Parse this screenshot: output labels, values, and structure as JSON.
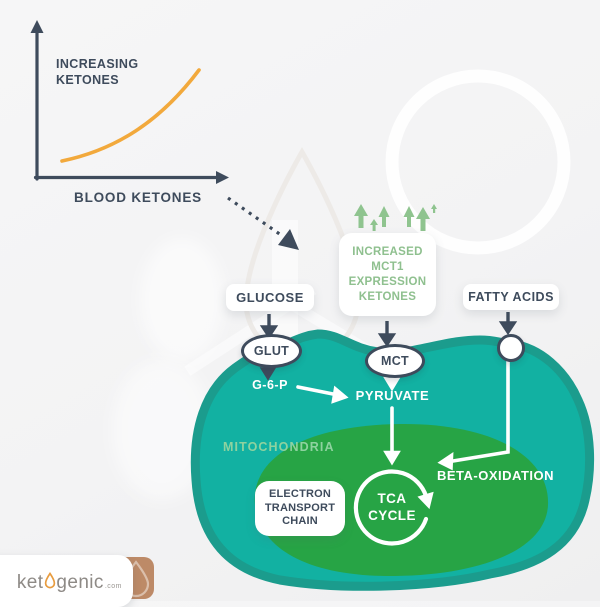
{
  "inset_chart": {
    "annotation": "INCREASING\nKETONES",
    "x_axis_label": "BLOOD KETONES"
  },
  "chart_data": {
    "type": "line",
    "title": "Increasing ketones vs blood ketones (inset graph)",
    "xlabel": "BLOOD KETONES",
    "ylabel": "INCREASING KETONES",
    "x": [
      0,
      0.2,
      0.4,
      0.6,
      0.8,
      1.0
    ],
    "y": [
      0.03,
      0.1,
      0.2,
      0.36,
      0.62,
      1.0
    ],
    "line_color": "#f2a93c",
    "axes_color": "#3e4b5c",
    "grid": false,
    "tick_labels": "none",
    "legend": "none"
  },
  "pathway": {
    "increased_box": "INCREASED\nMCT1\nEXPRESSION\nKETONES",
    "glucose": "GLUCOSE",
    "fatty_acids": "FATTY ACIDS",
    "glut": "GLUT",
    "mct": "MCT",
    "g6p": "G-6-P",
    "pyruvate": "PYRUVATE",
    "mitochondria": "MITOCHONDRIA",
    "beta_oxidation": "BETA-OXIDATION",
    "tca_cycle": "TCA\nCYCLE",
    "electron_transport_chain": "ELECTRON\nTRANSPORT\nCHAIN"
  },
  "logo": {
    "text_pre": "ket",
    "text_post": "genic",
    "tld": ".com"
  },
  "colors": {
    "cell_fill": "#12b1a2",
    "cell_border": "#1b9c8d",
    "mitochondria_fill": "#27a445",
    "mitochondria_text": "#8ed29f",
    "navy": "#3e4b5c",
    "increase_green": "#8fc08f",
    "curve_orange": "#f2a93c",
    "background": "#f3f3f4",
    "logo_tan": "#bd8a67"
  }
}
